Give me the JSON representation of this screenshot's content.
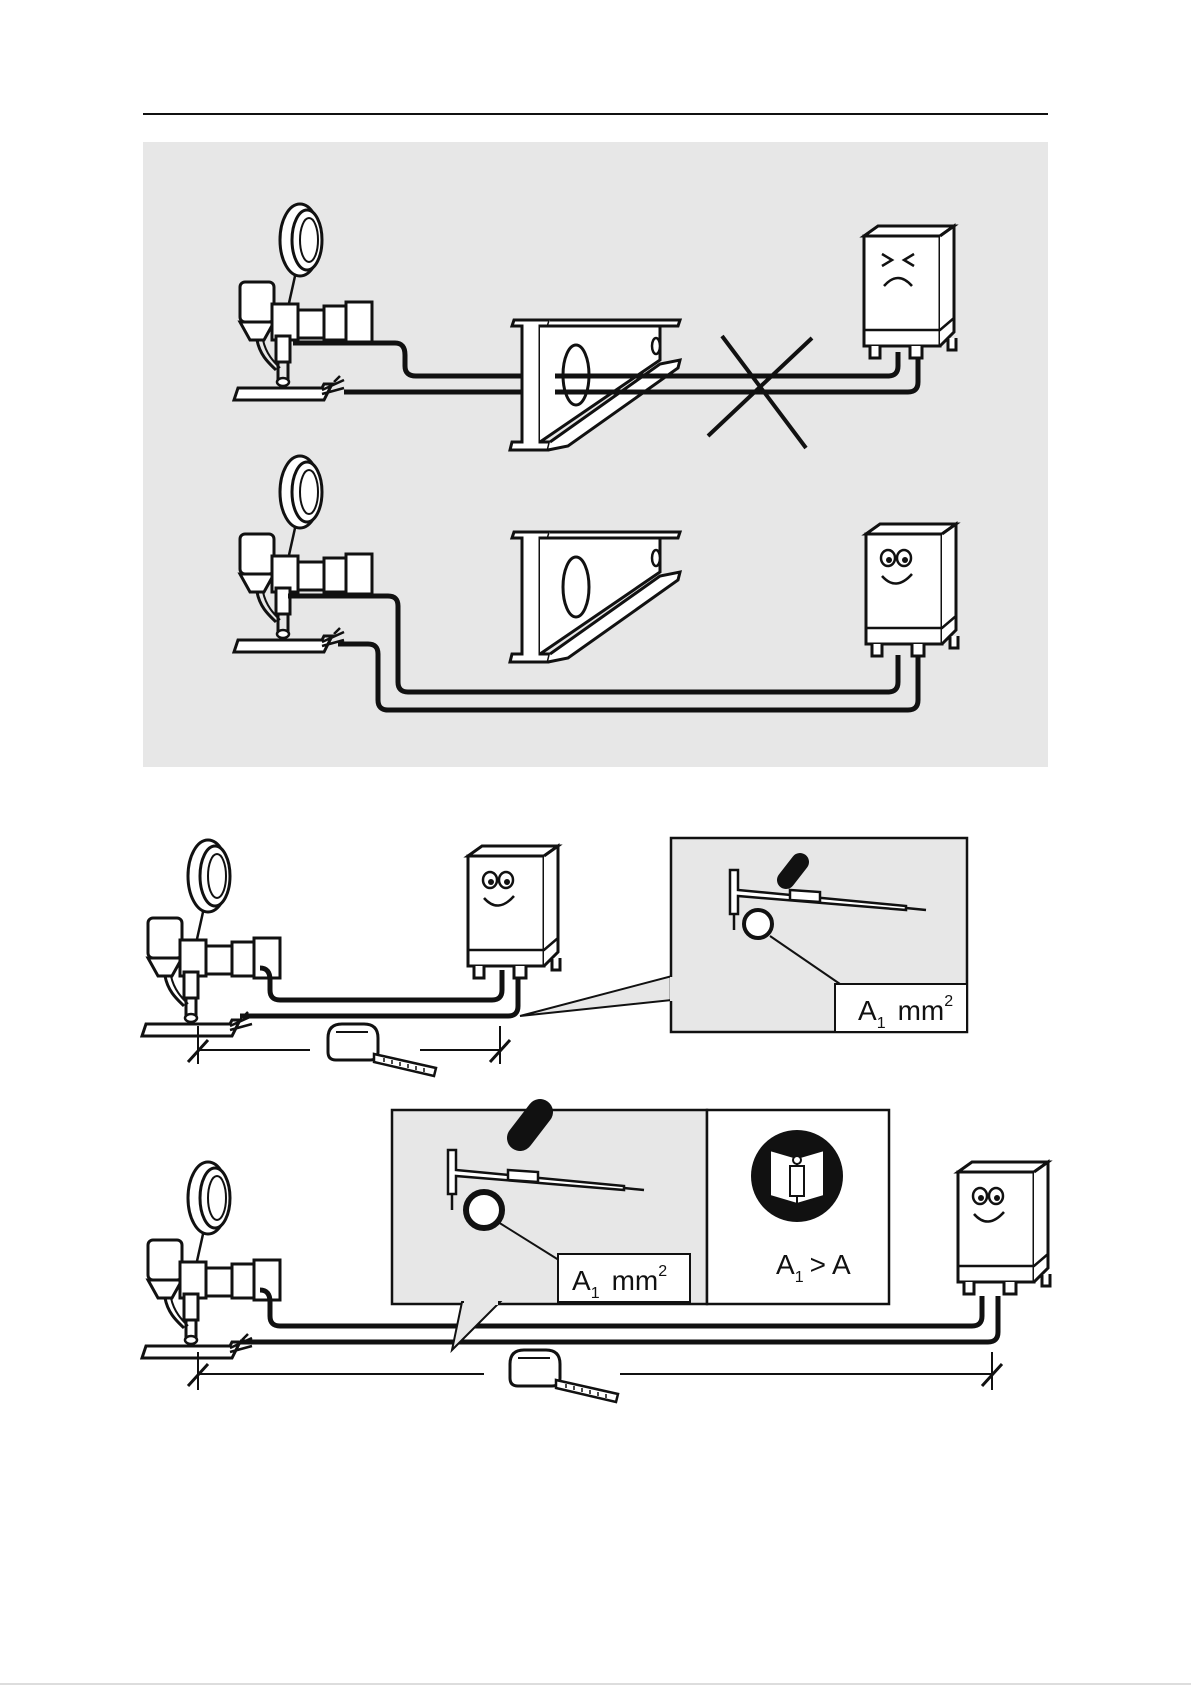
{
  "labels": {
    "caliper_1": {
      "symbol": "A",
      "subscript": "1",
      "unit": "mm",
      "superscript": "2"
    },
    "caliper_2": {
      "symbol": "A",
      "subscript": "1",
      "unit": "mm",
      "superscript": "2"
    },
    "info": {
      "symbol": "A",
      "subscript": "1",
      "relation": ">",
      "rhs": "A"
    }
  },
  "colors": {
    "panel_bg": "#e7e7e7",
    "ink": "#111111",
    "box_fill": "#ffffff"
  }
}
